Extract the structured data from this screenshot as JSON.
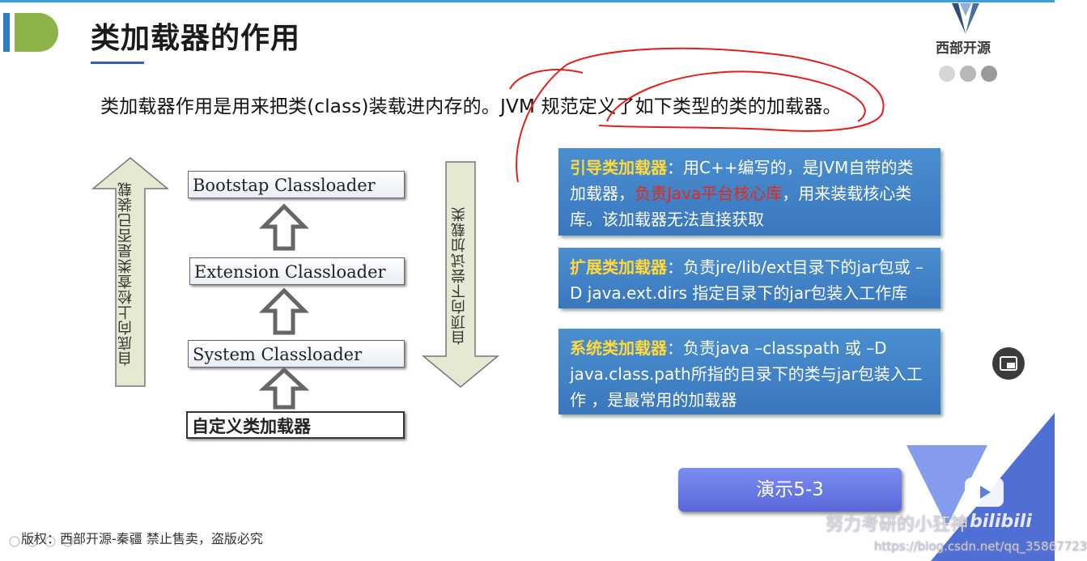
{
  "header": {
    "title": "类加载器的作用",
    "brand_name": "西部开源"
  },
  "intro_text": "类加载器作用是用来把类(class)装载进内存的。JVM 规范定义了如下类型的类的加载器。",
  "diagram": {
    "left_arrow_label": "自底向上检查类是否已装载",
    "right_arrow_label": "自顶向下尝试加载类",
    "boxes": [
      "Bootstap Classloader",
      "Extension Classloader",
      "System Classloader",
      "自定义类加载器"
    ]
  },
  "panels": {
    "bootstrap": {
      "heading": "引导类加载器",
      "text_a": "：用C++编写的，是JVM自带的类加载器，",
      "text_red": "负责Java平台核心库",
      "text_b": "，用来装载核心类库。该加载器无法直接获取"
    },
    "extension": {
      "heading": "扩展类加载器",
      "text": "：负责jre/lib/ext目录下的jar包或 –D java.ext.dirs 指定目录下的jar包装入工作库"
    },
    "system": {
      "heading": "系统类加载器",
      "text": "：负责java –classpath 或 –D java.class.path所指的目录下的类与jar包装入工作 ，是最常用的加载器"
    }
  },
  "demo_button": "演示5-3",
  "footer": "版权：西部开源-秦疆    禁止售卖，盗版必究",
  "watermark": {
    "name": "努力考研的小狂神",
    "bilibili": "bilibili",
    "url": "https://blog.csdn.net/qq_35867723"
  },
  "colors": {
    "panel_blue": "#3f82c6",
    "highlight_yellow": "#ffd83a",
    "highlight_red": "#e8261c",
    "logo_green": "#8db24a",
    "demo_button": "#6a7ae6",
    "annotation_red": "#e0201a"
  },
  "icons": [
    "logo-icon",
    "brand-v-icon",
    "picture-in-picture-icon",
    "bilibili-tv-icon"
  ]
}
